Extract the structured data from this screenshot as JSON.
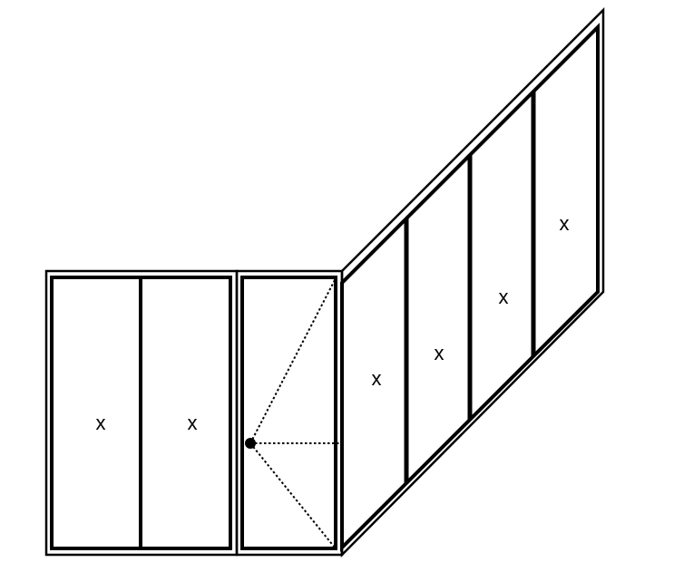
{
  "diagram": {
    "colors": {
      "line": "#000000",
      "background": "#ffffff"
    },
    "left_section": {
      "panels": [
        {
          "label": "x"
        },
        {
          "label": "x"
        }
      ]
    },
    "door_section": {
      "has_hinge_dot": true,
      "swing_lines": "dotted"
    },
    "angled_section": {
      "panels": [
        {
          "label": "x"
        },
        {
          "label": "x"
        },
        {
          "label": "x"
        },
        {
          "label": "x"
        }
      ]
    }
  }
}
